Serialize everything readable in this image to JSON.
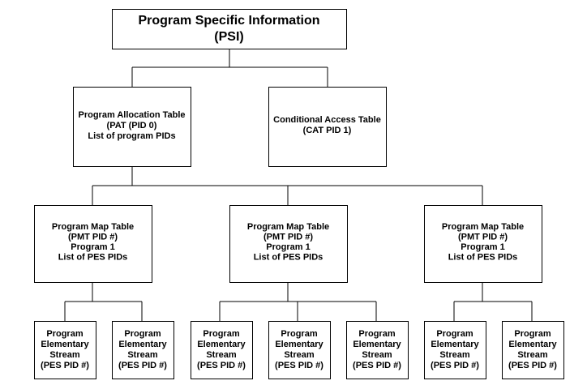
{
  "root": {
    "lines": [
      "Program Specific Information",
      "(PSI)"
    ]
  },
  "tables": {
    "pat": {
      "lines": [
        "Program Allocation Table",
        "(PAT (PID 0)",
        "List of program PIDs"
      ]
    },
    "cat": {
      "lines": [
        "Conditional Access Table",
        "(CAT PID 1)"
      ]
    }
  },
  "pmts": [
    {
      "lines": [
        "Program Map Table",
        "(PMT PID #)",
        "Program 1",
        "List of PES PIDs"
      ]
    },
    {
      "lines": [
        "Program Map Table",
        "(PMT PID #)",
        "Program 1",
        "List of PES PIDs"
      ]
    },
    {
      "lines": [
        "Program Map Table",
        "(PMT PID #)",
        "Program 1",
        "List of PES PIDs"
      ]
    }
  ],
  "streams": [
    {
      "lines": [
        "Program",
        "Elementary",
        "Stream",
        "(PES PID #)"
      ]
    },
    {
      "lines": [
        "Program",
        "Elementary",
        "Stream",
        "(PES PID #)"
      ]
    },
    {
      "lines": [
        "Program",
        "Elementary",
        "Stream",
        "(PES PID #)"
      ]
    },
    {
      "lines": [
        "Program",
        "Elementary",
        "Stream",
        "(PES PID #)"
      ]
    },
    {
      "lines": [
        "Program",
        "Elementary",
        "Stream",
        "(PES PID #)"
      ]
    },
    {
      "lines": [
        "Program",
        "Elementary",
        "Stream",
        "(PES PID #)"
      ]
    },
    {
      "lines": [
        "Program",
        "Elementary",
        "Stream",
        "(PES PID #)"
      ]
    }
  ]
}
